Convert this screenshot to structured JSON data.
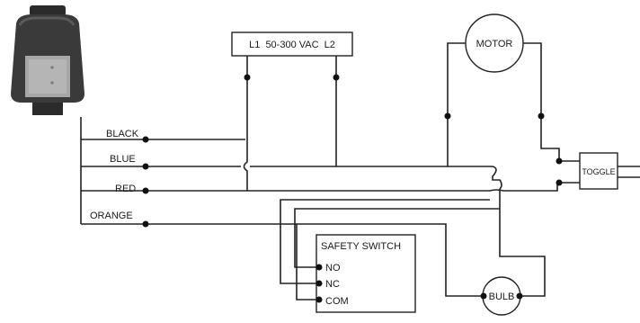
{
  "power_supply": {
    "label": "L1  50-300 VAC  L2"
  },
  "motor": {
    "label": "MOTOR"
  },
  "toggle": {
    "label": "TOGGLE"
  },
  "bulb": {
    "label": "BULB"
  },
  "safety_switch": {
    "title": "SAFETY SWITCH",
    "terminals": [
      "NO",
      "NC",
      "COM"
    ]
  },
  "sensor_wires": [
    "BLACK",
    "BLUE",
    "RED",
    "ORANGE"
  ],
  "colors": {
    "line": "#222222",
    "background": "#ffffff",
    "device_body": "#3a3a3a",
    "device_window": "#a7a7a7"
  },
  "icons": {
    "device": "sensor-device-icon"
  }
}
